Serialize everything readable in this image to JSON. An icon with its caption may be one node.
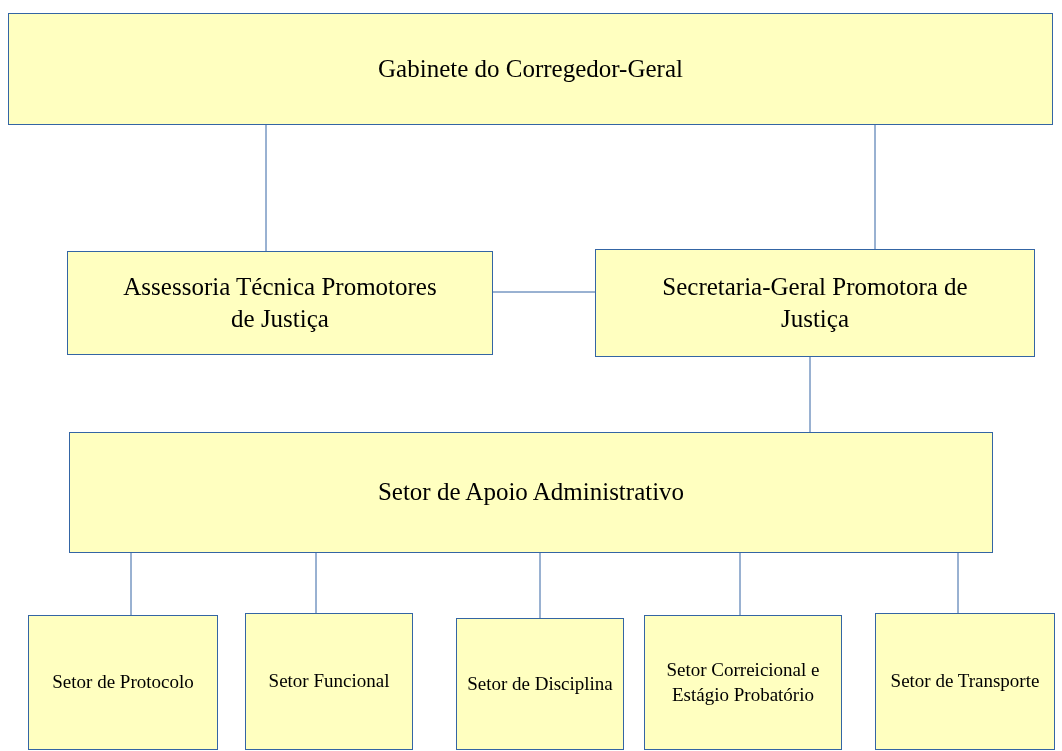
{
  "diagram": {
    "nodes": [
      {
        "text": [
          "Gabinete do Corregedor-Geral"
        ]
      },
      {
        "text": [
          "Assessoria Técnica Promotores de Justiça"
        ]
      },
      {
        "text": [
          "Secretaria-Geral Promotora de Justiça"
        ]
      },
      {
        "text": [
          "Setor de Apoio Administrativo"
        ]
      },
      {
        "text": [
          "Setor de Protocolo"
        ]
      },
      {
        "text": [
          "Setor Funcional"
        ]
      },
      {
        "text": [
          "Setor de Disciplina"
        ]
      },
      {
        "text": [
          "Setor Correicional e Estágio Probatório"
        ]
      },
      {
        "text": [
          "Setor de Transporte"
        ]
      }
    ],
    "edges": [
      {
        "from": 0,
        "to": 1,
        "arrow": "none"
      },
      {
        "from": 0,
        "to": 2,
        "arrow": "none"
      },
      {
        "from": 1,
        "to": 2,
        "arrow": "none"
      },
      {
        "from": 2,
        "to": 3,
        "arrow": "none"
      },
      {
        "from": 3,
        "to": 4,
        "arrow": "none"
      },
      {
        "from": 3,
        "to": 5,
        "arrow": "none"
      },
      {
        "from": 3,
        "to": 6,
        "arrow": "none"
      },
      {
        "from": 3,
        "to": 7,
        "arrow": "none"
      },
      {
        "from": 3,
        "to": 8,
        "arrow": "none"
      }
    ]
  }
}
